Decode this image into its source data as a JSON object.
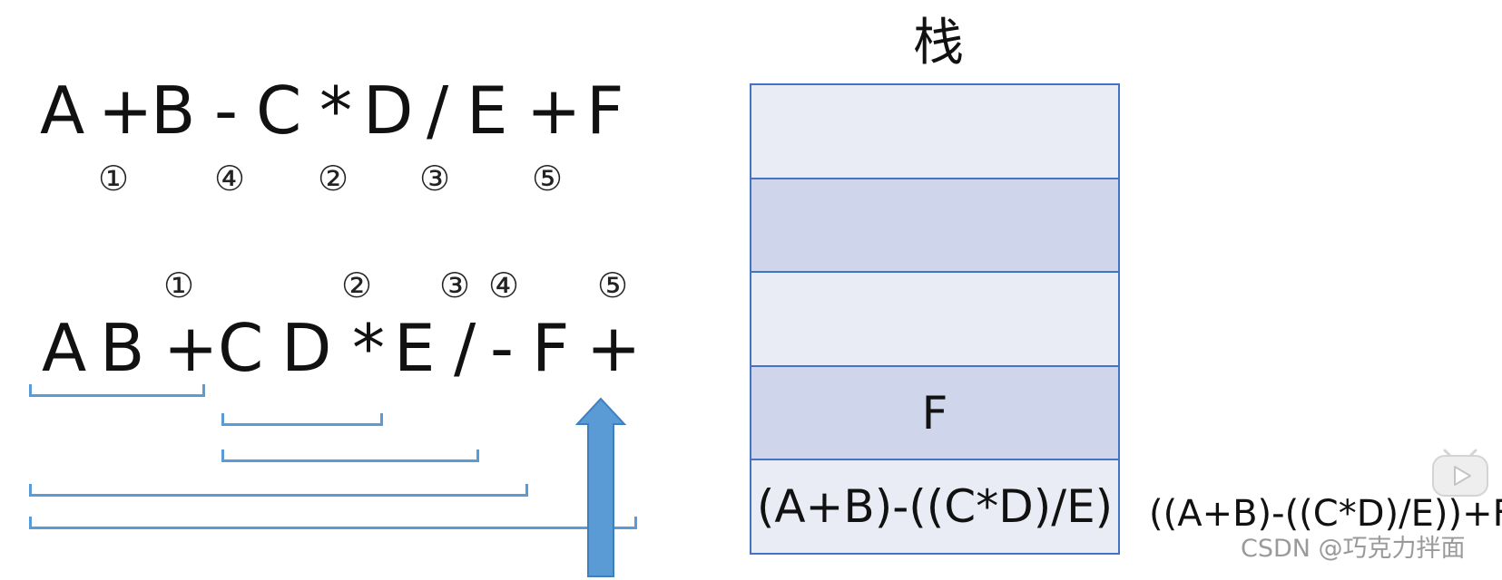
{
  "infix": {
    "tokens": [
      "A",
      "+",
      "B",
      "-",
      "C",
      "*",
      "D",
      "/",
      "E",
      "+",
      "F"
    ],
    "order_marks": [
      "①",
      "④",
      "②",
      "③",
      "⑤"
    ]
  },
  "postfix": {
    "tokens": [
      "A",
      "B",
      "+",
      "C",
      "D",
      "*",
      "E",
      "/",
      "-",
      "F",
      "+"
    ],
    "order_marks": [
      "①",
      "②",
      "③",
      "④",
      "⑤"
    ]
  },
  "stack": {
    "title": "栈",
    "slots": [
      "",
      "",
      "",
      "F",
      "(A+B)-((C*D)/E)"
    ]
  },
  "result": "((A+B)-((C*D)/E))+F",
  "watermark": "CSDN @巧克力拌面",
  "colors": {
    "bracket": "#5b9bd5",
    "arrow": "#5b9bd5",
    "stack_border": "#4472c4",
    "slot_light": "#e9ebf5",
    "slot_dark": "#cfd5ea"
  },
  "icons": {
    "scan_pointer": "up-arrow-icon",
    "video_badge": "play-icon"
  }
}
